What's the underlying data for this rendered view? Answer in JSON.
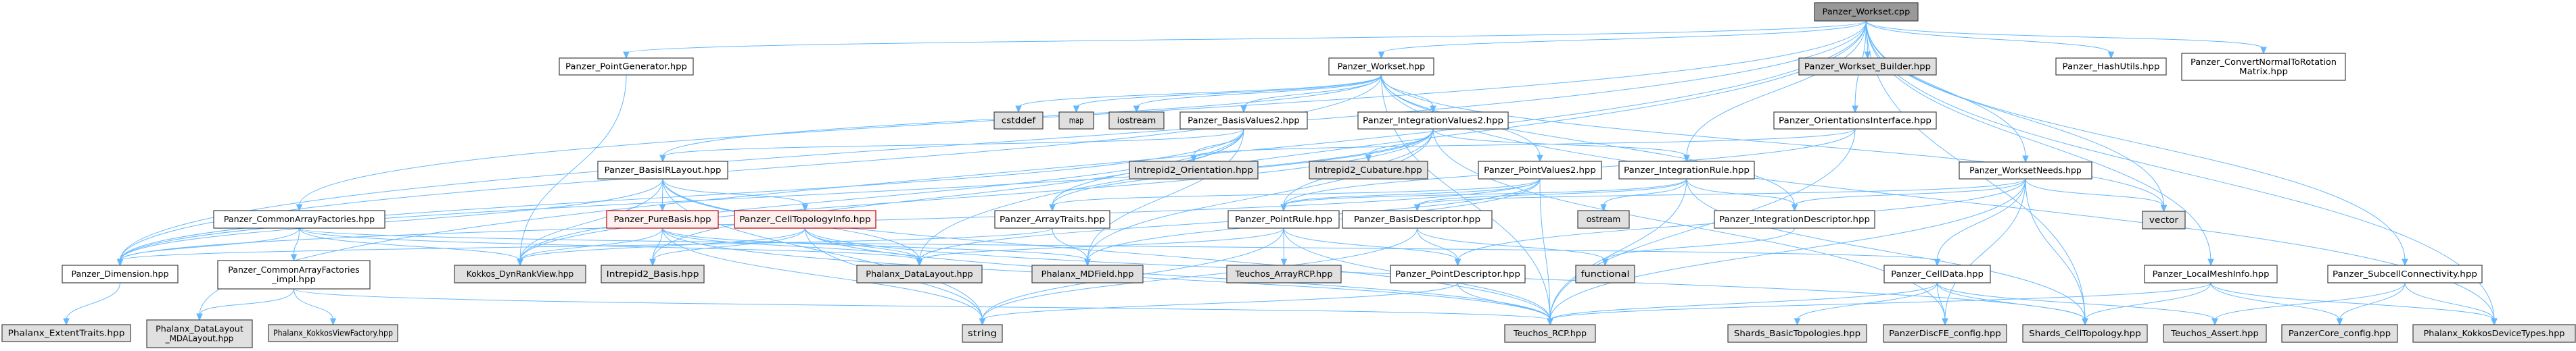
{
  "graph": {
    "title": "Panzer_Workset.cpp include dependency graph",
    "colors": {
      "edge": "#63b8ff",
      "root_fill": "#999999",
      "local_fill": "#ffffff",
      "system_fill": "#e0e0e0",
      "cycle_fill": "#fff0f0",
      "cycle_border": "#bf0000",
      "border": "#404040"
    },
    "nodes": [
      {
        "id": "root",
        "label": [
          "Panzer_Workset.cpp"
        ],
        "kind": "root"
      },
      {
        "id": "pointgen",
        "label": [
          "Panzer_PointGenerator.hpp"
        ],
        "kind": "local"
      },
      {
        "id": "worksethpp",
        "label": [
          "Panzer_Workset.hpp"
        ],
        "kind": "local"
      },
      {
        "id": "builder",
        "label": [
          "Panzer_Workset_Builder.hpp"
        ],
        "kind": "system"
      },
      {
        "id": "hashutils",
        "label": [
          "Panzer_HashUtils.hpp"
        ],
        "kind": "local"
      },
      {
        "id": "convnormal",
        "label": [
          "Panzer_ConvertNormalToRotation",
          "Matrix.hpp"
        ],
        "kind": "local"
      },
      {
        "id": "cstddef",
        "label": [
          "cstddef"
        ],
        "kind": "system"
      },
      {
        "id": "map",
        "label": [
          "map"
        ],
        "kind": "system"
      },
      {
        "id": "iostream",
        "label": [
          "iostream"
        ],
        "kind": "system"
      },
      {
        "id": "basisvalues2",
        "label": [
          "Panzer_BasisValues2.hpp"
        ],
        "kind": "local"
      },
      {
        "id": "intvalues2",
        "label": [
          "Panzer_IntegrationValues2.hpp"
        ],
        "kind": "local"
      },
      {
        "id": "orientiface",
        "label": [
          "Panzer_OrientationsInterface.hpp"
        ],
        "kind": "local"
      },
      {
        "id": "basisirlayout",
        "label": [
          "Panzer_BasisIRLayout.hpp"
        ],
        "kind": "local"
      },
      {
        "id": "i2orient",
        "label": [
          "Intrepid2_Orientation.hpp"
        ],
        "kind": "system"
      },
      {
        "id": "i2cub",
        "label": [
          "Intrepid2_Cubature.hpp"
        ],
        "kind": "system"
      },
      {
        "id": "pointvalues2",
        "label": [
          "Panzer_PointValues2.hpp"
        ],
        "kind": "local"
      },
      {
        "id": "intrule",
        "label": [
          "Panzer_IntegrationRule.hpp"
        ],
        "kind": "local"
      },
      {
        "id": "worksetneeds",
        "label": [
          "Panzer_WorksetNeeds.hpp"
        ],
        "kind": "local"
      },
      {
        "id": "commonaf",
        "label": [
          "Panzer_CommonArrayFactories.hpp"
        ],
        "kind": "local"
      },
      {
        "id": "purebasis",
        "label": [
          "Panzer_PureBasis.hpp"
        ],
        "kind": "cycle"
      },
      {
        "id": "celltopoinfo",
        "label": [
          "Panzer_CellTopologyInfo.hpp"
        ],
        "kind": "cycle"
      },
      {
        "id": "arraytraits",
        "label": [
          "Panzer_ArrayTraits.hpp"
        ],
        "kind": "local"
      },
      {
        "id": "pointrule",
        "label": [
          "Panzer_PointRule.hpp"
        ],
        "kind": "local"
      },
      {
        "id": "basisdesc",
        "label": [
          "Panzer_BasisDescriptor.hpp"
        ],
        "kind": "local"
      },
      {
        "id": "ostream",
        "label": [
          "ostream"
        ],
        "kind": "system"
      },
      {
        "id": "intdesc",
        "label": [
          "Panzer_IntegrationDescriptor.hpp"
        ],
        "kind": "local"
      },
      {
        "id": "vector",
        "label": [
          "vector"
        ],
        "kind": "system"
      },
      {
        "id": "dimension",
        "label": [
          "Panzer_Dimension.hpp"
        ],
        "kind": "local"
      },
      {
        "id": "commonafimpl",
        "label": [
          "Panzer_CommonArrayFactories",
          "_impl.hpp"
        ],
        "kind": "local"
      },
      {
        "id": "dynrank",
        "label": [
          "Kokkos_DynRankView.hpp"
        ],
        "kind": "system"
      },
      {
        "id": "i2basis",
        "label": [
          "Intrepid2_Basis.hpp"
        ],
        "kind": "system"
      },
      {
        "id": "datalayout",
        "label": [
          "Phalanx_DataLayout.hpp"
        ],
        "kind": "system"
      },
      {
        "id": "mdfield",
        "label": [
          "Phalanx_MDField.hpp"
        ],
        "kind": "system"
      },
      {
        "id": "arrayrcp",
        "label": [
          "Teuchos_ArrayRCP.hpp"
        ],
        "kind": "system"
      },
      {
        "id": "pointdesc",
        "label": [
          "Panzer_PointDescriptor.hpp"
        ],
        "kind": "local"
      },
      {
        "id": "functional",
        "label": [
          "functional"
        ],
        "kind": "system"
      },
      {
        "id": "celldata",
        "label": [
          "Panzer_CellData.hpp"
        ],
        "kind": "local"
      },
      {
        "id": "localmesh",
        "label": [
          "Panzer_LocalMeshInfo.hpp"
        ],
        "kind": "local"
      },
      {
        "id": "subcell",
        "label": [
          "Panzer_SubcellConnectivity.hpp"
        ],
        "kind": "local"
      },
      {
        "id": "extenttraits",
        "label": [
          "Phalanx_ExtentTraits.hpp"
        ],
        "kind": "system"
      },
      {
        "id": "mdalayout",
        "label": [
          "Phalanx_DataLayout",
          "_MDALayout.hpp"
        ],
        "kind": "system"
      },
      {
        "id": "kvfactory",
        "label": [
          "Phalanx_KokkosViewFactory.hpp"
        ],
        "kind": "system"
      },
      {
        "id": "string",
        "label": [
          "string"
        ],
        "kind": "system"
      },
      {
        "id": "rcp",
        "label": [
          "Teuchos_RCP.hpp"
        ],
        "kind": "system"
      },
      {
        "id": "shardsbasic",
        "label": [
          "Shards_BasicTopologies.hpp"
        ],
        "kind": "system"
      },
      {
        "id": "discfeconfig",
        "label": [
          "PanzerDiscFE_config.hpp"
        ],
        "kind": "system"
      },
      {
        "id": "shardscell",
        "label": [
          "Shards_CellTopology.hpp"
        ],
        "kind": "system"
      },
      {
        "id": "assert",
        "label": [
          "Teuchos_Assert.hpp"
        ],
        "kind": "system"
      },
      {
        "id": "coreconfig",
        "label": [
          "PanzerCore_config.hpp"
        ],
        "kind": "system"
      },
      {
        "id": "kokkosdev",
        "label": [
          "Phalanx_KokkosDeviceTypes.hpp"
        ],
        "kind": "system"
      }
    ],
    "edges": [
      [
        "root",
        "pointgen"
      ],
      [
        "root",
        "worksethpp"
      ],
      [
        "root",
        "builder"
      ],
      [
        "root",
        "hashutils"
      ],
      [
        "root",
        "convnormal"
      ],
      [
        "root",
        "orientiface"
      ],
      [
        "root",
        "worksetneeds"
      ],
      [
        "root",
        "commonaf"
      ],
      [
        "root",
        "dimension"
      ],
      [
        "root",
        "mdalayout"
      ],
      [
        "root",
        "datalayout"
      ],
      [
        "root",
        "localmesh"
      ],
      [
        "root",
        "subcell"
      ],
      [
        "root",
        "kokkosdev"
      ],
      [
        "root",
        "vector"
      ],
      [
        "root",
        "shardscell"
      ],
      [
        "root",
        "intrule"
      ],
      [
        "pointgen",
        "dynrank"
      ],
      [
        "worksethpp",
        "cstddef"
      ],
      [
        "worksethpp",
        "map"
      ],
      [
        "worksethpp",
        "iostream"
      ],
      [
        "worksethpp",
        "basisvalues2"
      ],
      [
        "worksethpp",
        "intvalues2"
      ],
      [
        "worksethpp",
        "pointvalues2"
      ],
      [
        "worksethpp",
        "dimension"
      ],
      [
        "worksethpp",
        "rcp"
      ],
      [
        "worksethpp",
        "vector"
      ],
      [
        "worksethpp",
        "kokkosdev"
      ],
      [
        "worksethpp",
        "intdesc"
      ],
      [
        "worksethpp",
        "basisirlayout"
      ],
      [
        "basisvalues2",
        "i2orient"
      ],
      [
        "basisvalues2",
        "basisirlayout"
      ],
      [
        "basisvalues2",
        "dynrank"
      ],
      [
        "basisvalues2",
        "i2basis"
      ],
      [
        "basisvalues2",
        "mdfield"
      ],
      [
        "basisvalues2",
        "arraytraits"
      ],
      [
        "basisvalues2",
        "dimension"
      ],
      [
        "intvalues2",
        "i2cub"
      ],
      [
        "intvalues2",
        "intrule"
      ],
      [
        "intvalues2",
        "dimension"
      ],
      [
        "intvalues2",
        "mdfield"
      ],
      [
        "intvalues2",
        "arraytraits"
      ],
      [
        "intvalues2",
        "pointrule"
      ],
      [
        "intvalues2",
        "dynrank"
      ],
      [
        "intvalues2",
        "discfeconfig"
      ],
      [
        "orientiface",
        "i2orient"
      ],
      [
        "orientiface",
        "rcp"
      ],
      [
        "orientiface",
        "pointrule"
      ],
      [
        "basisirlayout",
        "purebasis"
      ],
      [
        "basisirlayout",
        "celltopoinfo"
      ],
      [
        "basisirlayout",
        "dynrank"
      ],
      [
        "basisirlayout",
        "datalayout"
      ],
      [
        "basisirlayout",
        "rcp"
      ],
      [
        "basisirlayout",
        "string"
      ],
      [
        "basisirlayout",
        "dimension"
      ],
      [
        "pointvalues2",
        "arraytraits"
      ],
      [
        "pointvalues2",
        "pointrule"
      ],
      [
        "pointvalues2",
        "dimension"
      ],
      [
        "pointvalues2",
        "rcp"
      ],
      [
        "pointvalues2",
        "datalayout"
      ],
      [
        "pointvalues2",
        "mdfield"
      ],
      [
        "intrule",
        "pointrule"
      ],
      [
        "intrule",
        "ostream"
      ],
      [
        "intrule",
        "intdesc"
      ],
      [
        "intrule",
        "rcp"
      ],
      [
        "intrule",
        "shardscell"
      ],
      [
        "intrule",
        "basisdesc"
      ],
      [
        "worksetneeds",
        "vector"
      ],
      [
        "worksetneeds",
        "celldata"
      ],
      [
        "worksetneeds",
        "basisdesc"
      ],
      [
        "worksetneeds",
        "intdesc"
      ],
      [
        "worksetneeds",
        "pointdesc"
      ],
      [
        "worksetneeds",
        "rcp"
      ],
      [
        "worksetneeds",
        "discfeconfig"
      ],
      [
        "worksetneeds",
        "shardscell"
      ],
      [
        "commonaf",
        "dimension"
      ],
      [
        "commonaf",
        "commonafimpl"
      ],
      [
        "commonaf",
        "dynrank"
      ],
      [
        "commonaf",
        "celldata"
      ],
      [
        "commonaf",
        "datalayout"
      ],
      [
        "purebasis",
        "dynrank"
      ],
      [
        "purebasis",
        "i2basis"
      ],
      [
        "purebasis",
        "datalayout"
      ],
      [
        "purebasis",
        "string"
      ],
      [
        "purebasis",
        "rcp"
      ],
      [
        "purebasis",
        "mdfield"
      ],
      [
        "celltopoinfo",
        "dynrank"
      ],
      [
        "celltopoinfo",
        "i2basis"
      ],
      [
        "celltopoinfo",
        "datalayout"
      ],
      [
        "celltopoinfo",
        "string"
      ],
      [
        "celltopoinfo",
        "rcp"
      ],
      [
        "celltopoinfo",
        "shardscell"
      ],
      [
        "arraytraits",
        "dimension"
      ],
      [
        "arraytraits",
        "mdfield"
      ],
      [
        "pointrule",
        "datalayout"
      ],
      [
        "pointrule",
        "arrayrcp"
      ],
      [
        "pointrule",
        "pointdesc"
      ],
      [
        "pointrule",
        "rcp"
      ],
      [
        "pointrule",
        "string"
      ],
      [
        "basisdesc",
        "pointdesc"
      ],
      [
        "basisdesc",
        "functional"
      ],
      [
        "basisdesc",
        "string"
      ],
      [
        "intdesc",
        "functional"
      ],
      [
        "dimension",
        "extenttraits"
      ],
      [
        "commonafimpl",
        "mdalayout"
      ],
      [
        "commonafimpl",
        "kvfactory"
      ],
      [
        "commonafimpl",
        "rcp"
      ],
      [
        "pointdesc",
        "string"
      ],
      [
        "pointdesc",
        "rcp"
      ],
      [
        "celldata",
        "shardsbasic"
      ],
      [
        "celldata",
        "discfeconfig"
      ],
      [
        "celldata",
        "shardscell"
      ],
      [
        "celldata",
        "assert"
      ],
      [
        "celldata",
        "rcp"
      ],
      [
        "localmesh",
        "shardscell"
      ],
      [
        "localmesh",
        "coreconfig"
      ],
      [
        "localmesh",
        "kokkosdev"
      ],
      [
        "localmesh",
        "rcp"
      ],
      [
        "subcell",
        "assert"
      ],
      [
        "subcell",
        "coreconfig"
      ],
      [
        "subcell",
        "kokkosdev"
      ]
    ]
  }
}
